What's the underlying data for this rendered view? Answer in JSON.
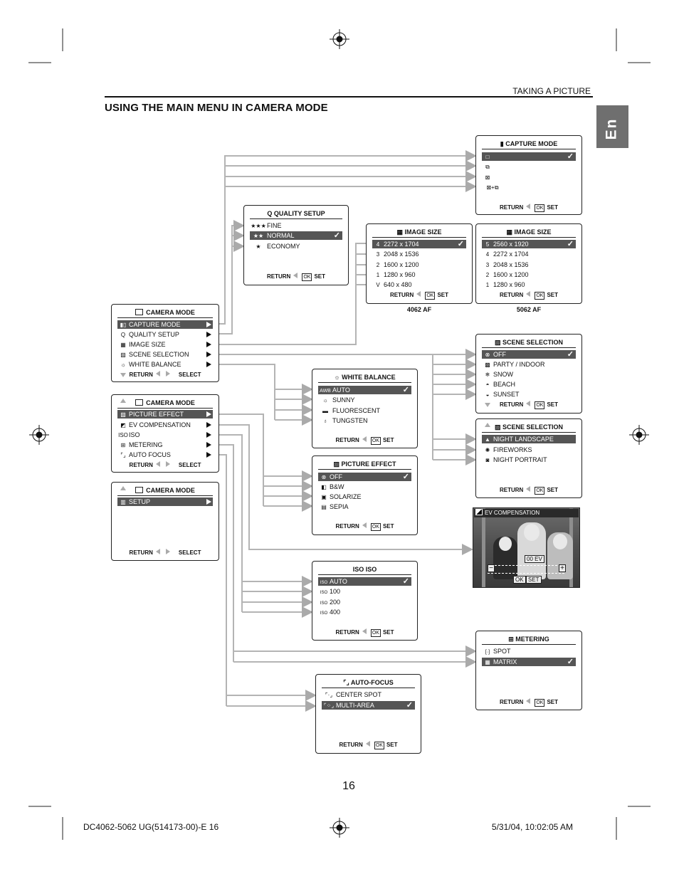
{
  "header": {
    "section": "TAKING A PICTURE",
    "title": "USING THE MAIN MENU IN CAMERA MODE",
    "lang_tab": "En"
  },
  "page_number": "16",
  "footer": {
    "left": "DC4062-5062 UG(514173-00)-E   16",
    "right": "5/31/04, 10:02:05 AM"
  },
  "labels": {
    "return": "RETURN",
    "set": "SET",
    "select": "SELECT",
    "ok": "OK"
  },
  "camera_menu_1": {
    "title": "CAMERA MODE",
    "items": [
      {
        "label": "CAPTURE MODE",
        "icon": "capture-mode-icon",
        "glyph": "▮▯"
      },
      {
        "label": "QUALITY SETUP",
        "icon": "quality-icon",
        "glyph": "Q"
      },
      {
        "label": "IMAGE SIZE",
        "icon": "image-size-icon",
        "glyph": "▦"
      },
      {
        "label": "SCENE SELECTION",
        "icon": "scene-icon",
        "glyph": "▨"
      },
      {
        "label": "WHITE BALANCE",
        "icon": "white-balance-icon",
        "glyph": "☼"
      }
    ]
  },
  "camera_menu_2": {
    "title": "CAMERA MODE",
    "items": [
      {
        "label": "PICTURE EFFECT",
        "icon": "picture-effect-icon",
        "glyph": "▨"
      },
      {
        "label": "EV COMPENSATION",
        "icon": "ev-icon",
        "glyph": "◩"
      },
      {
        "label": "ISO",
        "icon": "iso-icon",
        "glyph": "ISO"
      },
      {
        "label": "METERING",
        "icon": "metering-icon",
        "glyph": "⊞"
      },
      {
        "label": "AUTO FOCUS",
        "icon": "auto-focus-icon",
        "glyph": "⌜⌟"
      }
    ]
  },
  "camera_menu_3": {
    "title": "CAMERA MODE",
    "items": [
      {
        "label": "SETUP",
        "icon": "setup-icon",
        "glyph": "▥"
      }
    ]
  },
  "capture_mode": {
    "title": "CAPTURE MODE",
    "items": [
      {
        "glyph": "□"
      },
      {
        "glyph": "⧉"
      },
      {
        "glyph": "⊠"
      },
      {
        "glyph": "⊠+⧉"
      }
    ]
  },
  "quality_setup": {
    "title": "QUALITY  SETUP",
    "items": [
      {
        "label": "FINE",
        "glyph": "★★★"
      },
      {
        "label": "NORMAL",
        "glyph": "★★"
      },
      {
        "label": "ECONOMY",
        "glyph": "★"
      }
    ]
  },
  "image_size_4062": {
    "title": "IMAGE SIZE",
    "caption": "4062 AF",
    "items": [
      {
        "label": "2272 x 1704",
        "glyph": "4"
      },
      {
        "label": "2048 x 1536",
        "glyph": "3"
      },
      {
        "label": "1600 x 1200",
        "glyph": "2"
      },
      {
        "label": "1280 x 960",
        "glyph": "1"
      },
      {
        "label": "640 x 480",
        "glyph": "V"
      }
    ]
  },
  "image_size_5062": {
    "title": "IMAGE SIZE",
    "caption": "5062 AF",
    "items": [
      {
        "label": "2560 x 1920",
        "glyph": "5"
      },
      {
        "label": "2272 x 1704",
        "glyph": "4"
      },
      {
        "label": "2048 x 1536",
        "glyph": "3"
      },
      {
        "label": "1600 x 1200",
        "glyph": "2"
      },
      {
        "label": "1280 x 960",
        "glyph": "1"
      }
    ]
  },
  "scene_selection_1": {
    "title": "SCENE  SELECTION",
    "items": [
      {
        "label": "OFF",
        "glyph": "⊗"
      },
      {
        "label": "PARTY / INDOOR",
        "glyph": "▩"
      },
      {
        "label": "SNOW",
        "glyph": "❄"
      },
      {
        "label": "BEACH",
        "glyph": "◓"
      },
      {
        "label": "SUNSET",
        "glyph": "◒"
      }
    ]
  },
  "scene_selection_2": {
    "title": "SCENE  SELECTION",
    "items": [
      {
        "label": "NIGHT LANDSCAPE",
        "glyph": "▲"
      },
      {
        "label": "FIREWORKS",
        "glyph": "✺"
      },
      {
        "label": "NIGHT PORTRAIT",
        "glyph": "◙"
      }
    ]
  },
  "white_balance": {
    "title": "WHITE BALANCE",
    "items": [
      {
        "label": "AUTO",
        "glyph": "AWB"
      },
      {
        "label": "SUNNY",
        "glyph": "☼"
      },
      {
        "label": "FLUORESCENT",
        "glyph": "▬"
      },
      {
        "label": "TUNGSTEN",
        "glyph": "♁"
      }
    ]
  },
  "picture_effect": {
    "title": "PICTURE EFFECT",
    "items": [
      {
        "label": "OFF",
        "glyph": "⊗"
      },
      {
        "label": "B&W",
        "glyph": "◧"
      },
      {
        "label": "SOLARIZE",
        "glyph": "▣"
      },
      {
        "label": "SEPIA",
        "glyph": "▤"
      }
    ]
  },
  "ev_compensation": {
    "title": "EV COMPENSATION",
    "value": "00  EV",
    "minus": "−",
    "plus": "+",
    "ok": "OK",
    "set": "SET"
  },
  "iso": {
    "title": "ISO",
    "items": [
      {
        "label": "AUTO",
        "glyph": "ISO"
      },
      {
        "label": "100",
        "glyph": "ISO"
      },
      {
        "label": "200",
        "glyph": "ISO"
      },
      {
        "label": "400",
        "glyph": "ISO"
      }
    ]
  },
  "metering": {
    "title": "METERING",
    "items": [
      {
        "label": "SPOT",
        "glyph": "[·]"
      },
      {
        "label": "MATRIX",
        "glyph": "▦"
      }
    ]
  },
  "auto_focus": {
    "title": "AUTO-FOCUS",
    "items": [
      {
        "label": "CENTER SPOT",
        "glyph": "⌜·⌟"
      },
      {
        "label": "MULTI-AREA",
        "glyph": "⌜⁘⌟"
      }
    ]
  }
}
